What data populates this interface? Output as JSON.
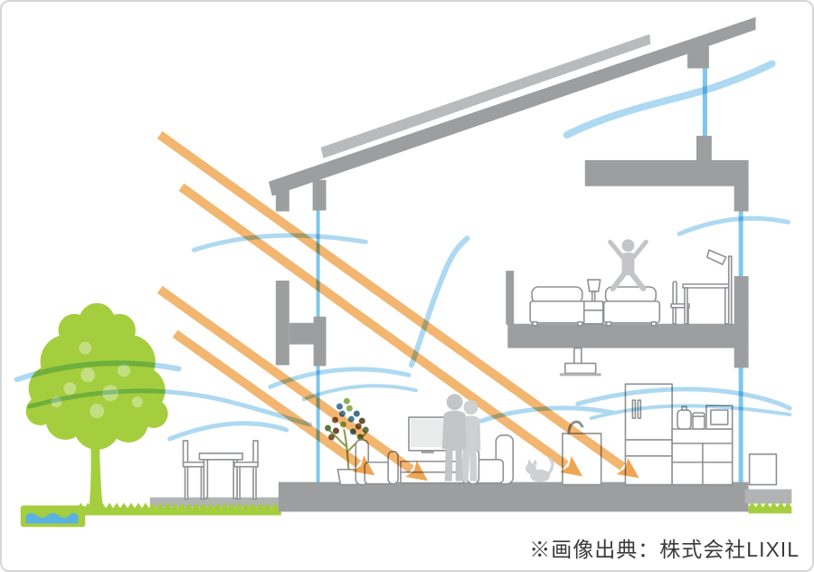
{
  "caption": {
    "text": "※画像出典：株式会社LIXIL"
  },
  "illustration": {
    "name": "passive-design house cross-section showing sunlight and natural ventilation",
    "legend": {
      "orange_arrows": "sunlight entering through windows",
      "blue_waves": "wind / ventilation flow",
      "blue_vertical_lines": "window glass",
      "gray_shapes": "house structure (roof, slabs, walls)",
      "green_shapes": "tree and lawn",
      "blue_pool": "pond"
    },
    "colors": {
      "background": "#ffffff",
      "frame_border": "#d6d6d6",
      "house_gray": "#9d9e9f",
      "roof_panel_gray": "#b9babb",
      "outline_gray": "#8f9092",
      "silhouette_gray": "#c4c5c6",
      "silhouette_light": "#ced0d1",
      "sun_orange": "#f2b269",
      "arrow_orange": "#eda14c",
      "wind_blue": "#a9d7f1",
      "glass_blue": "#7ec6ec",
      "leaf_green": "#a5ce3e",
      "water_blue": "#58b2e3",
      "paver_gray": "#b2b3b4",
      "caption_text": "#3a3a3a"
    }
  }
}
